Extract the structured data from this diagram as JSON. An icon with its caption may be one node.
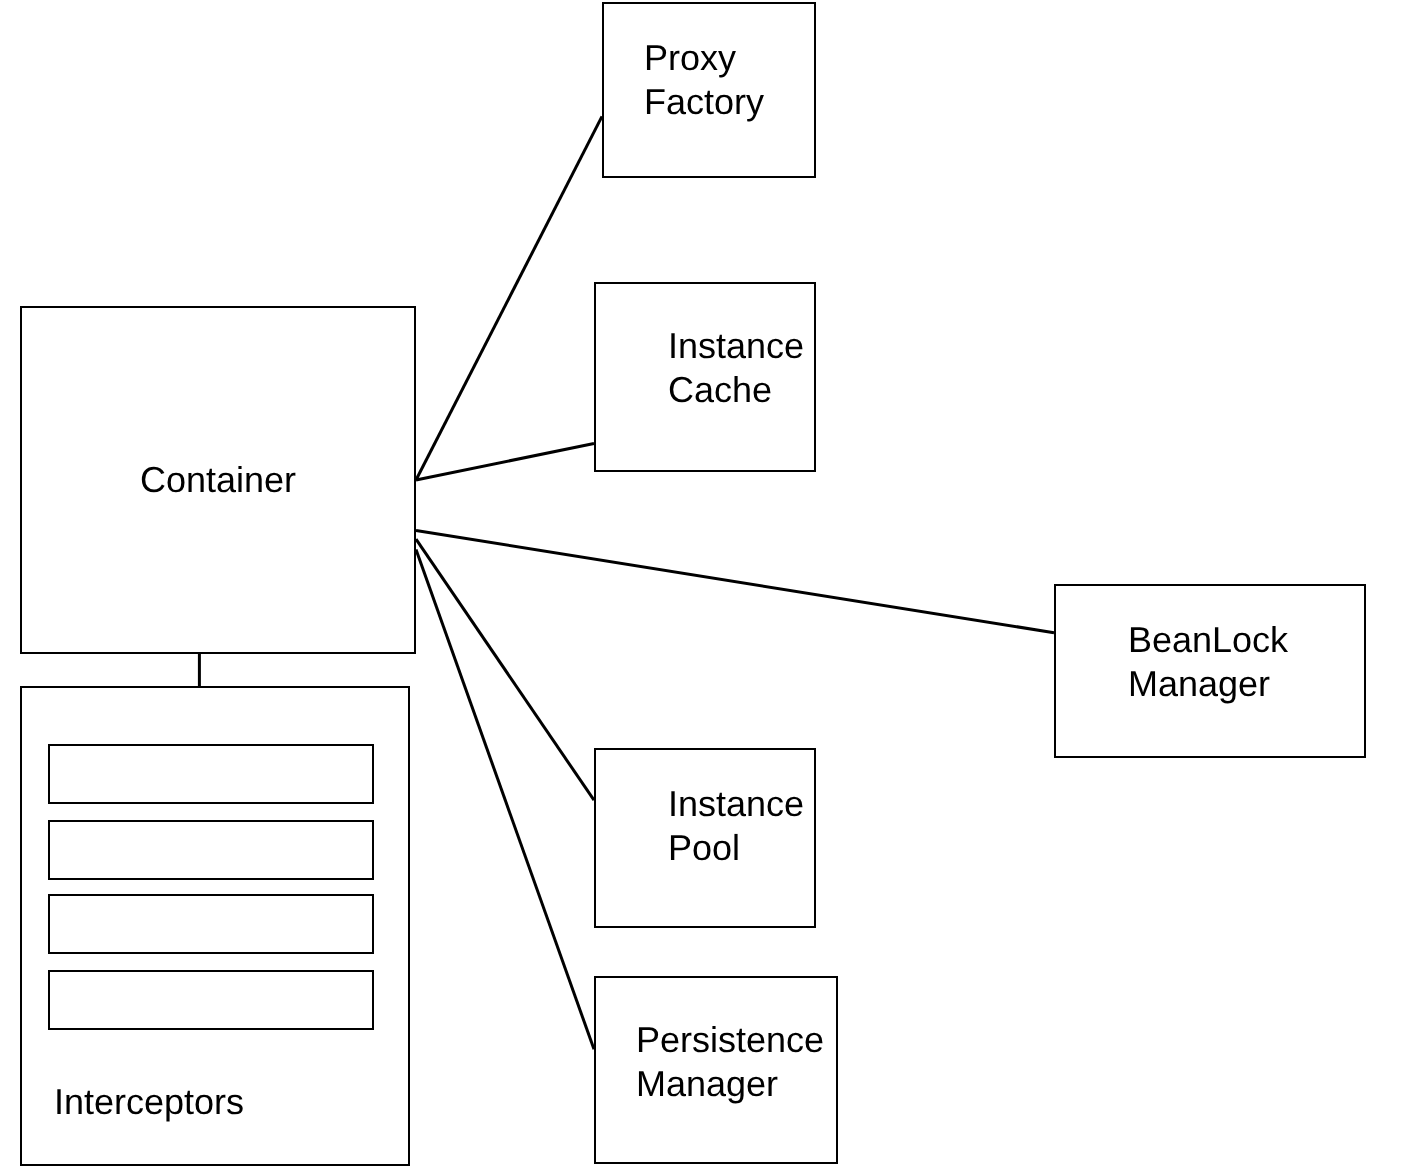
{
  "diagram": {
    "nodes": [
      {
        "text": [
          "Proxy Factory"
        ]
      },
      {
        "text": [
          "Instance Cache"
        ]
      },
      {
        "text": [
          "Container"
        ]
      },
      {
        "text": [
          "BeanLock Manager"
        ]
      },
      {
        "text": [
          "Interceptors"
        ]
      },
      {
        "text": [],
        "shape": "box",
        "in": 4
      },
      {
        "text": [],
        "shape": "box",
        "in": 4
      },
      {
        "text": [],
        "shape": "box",
        "in": 4
      },
      {
        "text": [],
        "shape": "box",
        "in": 4
      },
      {
        "text": [
          "Instance Pool"
        ]
      },
      {
        "text": [
          "Persistence Manager"
        ]
      }
    ],
    "edges": [
      {
        "from": 2,
        "to": 0,
        "arrow": "none"
      },
      {
        "from": 2,
        "to": 1,
        "arrow": "none"
      },
      {
        "from": 2,
        "to": 3,
        "arrow": "none"
      },
      {
        "from": 2,
        "to": 9,
        "arrow": "none"
      },
      {
        "from": 2,
        "to": 10,
        "arrow": "none"
      },
      {
        "from": 2,
        "to": 4,
        "arrow": "none"
      }
    ]
  }
}
